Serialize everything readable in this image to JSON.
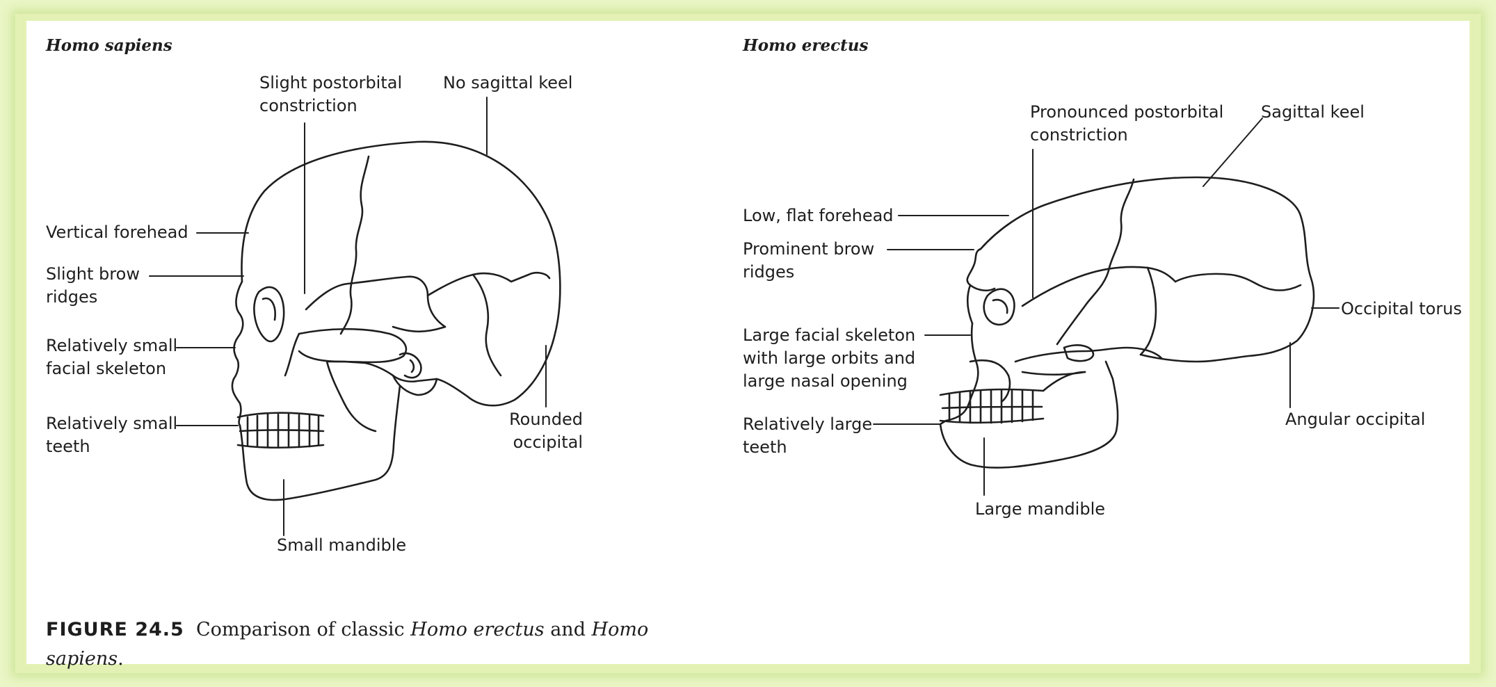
{
  "figure": {
    "left_title": "Homo sapiens",
    "right_title": "Homo erectus",
    "caption": {
      "figure_number": "FIGURE 24.5",
      "text_before": "Comparison of classic",
      "species_1": "Homo erectus",
      "conjunction": "and",
      "species_2": "Homo sapiens",
      "end": "."
    }
  },
  "sapiens_labels": {
    "postorbital": "Slight postorbital\nconstriction",
    "sagittal": "No sagittal keel",
    "forehead": "Vertical forehead",
    "brow": "Slight brow\nridges",
    "facial": "Relatively small\nfacial skeleton",
    "teeth": "Relatively small\nteeth",
    "occipital": "Rounded\noccipital",
    "mandible": "Small mandible"
  },
  "erectus_labels": {
    "postorbital": "Pronounced postorbital\nconstriction",
    "sagittal": "Sagittal keel",
    "forehead": "Low, flat forehead",
    "brow": "Prominent brow\nridges",
    "facial": "Large facial skeleton\nwith large orbits and\nlarge nasal opening",
    "teeth": "Relatively large\nteeth",
    "torus": "Occipital torus",
    "occipital": "Angular occipital",
    "mandible": "Large mandible"
  }
}
